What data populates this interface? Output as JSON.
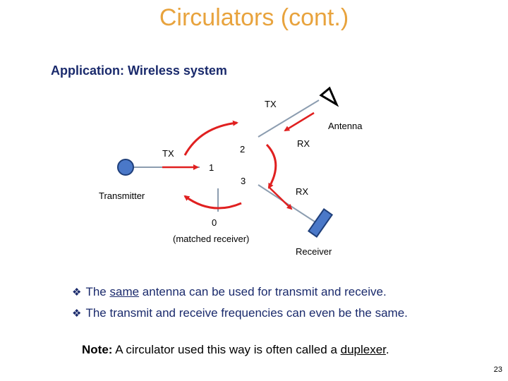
{
  "slide": {
    "title": "Circulators (cont.)",
    "subtitle": "Application: Wireless system",
    "page_number": "23"
  },
  "diagram": {
    "labels": {
      "tx_top": "TX",
      "antenna": "Antenna",
      "rx_upper": "RX",
      "tx_left": "TX",
      "port_2": "2",
      "port_1": "1",
      "port_3": "3",
      "transmitter": "Transmitter",
      "rx_lower": "RX",
      "port_0": "0",
      "matched_receiver": "(matched receiver)",
      "receiver": "Receiver"
    },
    "colors": {
      "line": "#8c9db0",
      "arrow": "#e02020",
      "transmitter_fill": "#4a78c8",
      "receiver_fill": "#4a78c8"
    }
  },
  "bullets": [
    {
      "prefix": "The ",
      "underlined": "same",
      "suffix": " antenna can be used for transmit and receive."
    },
    {
      "prefix": "The transmit and receive frequencies can even be the same.",
      "underlined": "",
      "suffix": ""
    }
  ],
  "note": {
    "label": "Note:",
    "text": " A circulator used this way is often called a ",
    "term": "duplexer",
    "end": "."
  }
}
